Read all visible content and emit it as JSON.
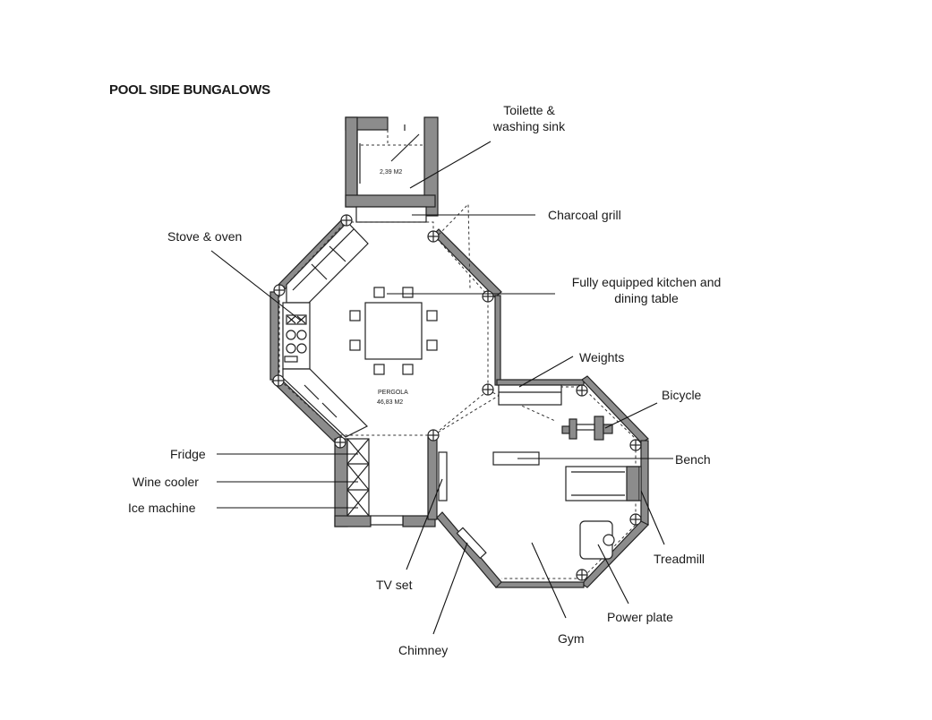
{
  "title": "POOL SIDE BUNGALOWS",
  "areas": {
    "toilet": "2,39 M2",
    "pergola_name": "PERGOLA",
    "pergola_area": "46,83 M2"
  },
  "labels": {
    "toilette_1": "Toilette &",
    "toilette_2": "washing sink",
    "charcoal": "Charcoal grill",
    "stove": "Stove & oven",
    "kitchen_1": "Fully equipped kitchen and",
    "kitchen_2": "dining table",
    "weights": "Weights",
    "bicycle": "Bicycle",
    "bench": "Bench",
    "fridge": "Fridge",
    "wine": "Wine cooler",
    "ice": "Ice machine",
    "treadmill": "Treadmill",
    "tv": "TV set",
    "power": "Power plate",
    "chimney": "Chimney",
    "gym": "Gym"
  }
}
